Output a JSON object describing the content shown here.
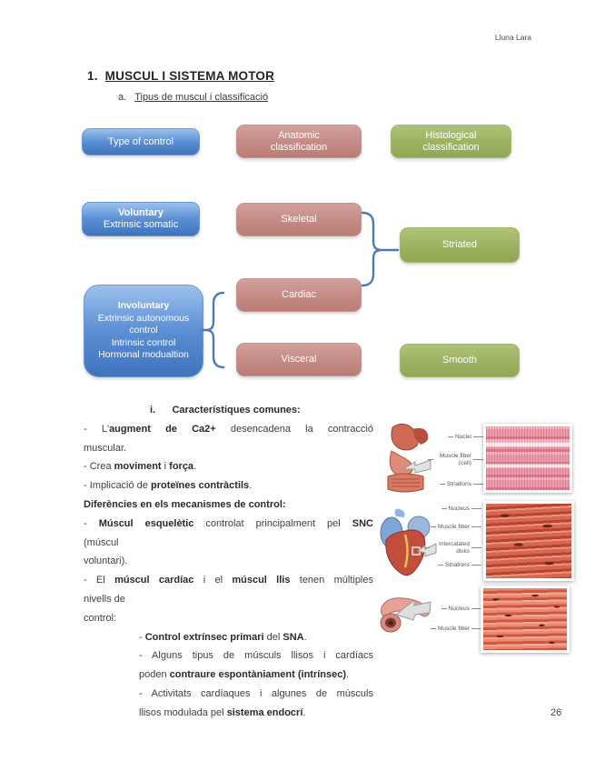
{
  "page": {
    "author": "Lluna Lara",
    "number": "26"
  },
  "heading": {
    "index": "1.",
    "title": "MUSCUL I SISTEMA MOTOR",
    "sub_index": "a.",
    "subtitle": "Tipus de muscul i classificació"
  },
  "diagram": {
    "colors": {
      "blue": "#4f81bd",
      "pink": "#c0807a",
      "green": "#9bbb59",
      "brace": "#4a7ab8"
    },
    "col_headers": {
      "control": "Type of control",
      "anatomic": "Anatomic classification",
      "histological": "Histological classification"
    },
    "voluntary": {
      "title": "Voluntary",
      "line": "Extrinsic somatic"
    },
    "involuntary": {
      "title": "Involuntary",
      "lines": [
        "Extrinsic autonomous control",
        "Intrinsic control",
        "Hormonal modualtion"
      ]
    },
    "anatomic_boxes": {
      "skeletal": "Skeletal",
      "cardiac": "Cardiac",
      "visceral": "Visceral"
    },
    "histological_boxes": {
      "striated": "Striated",
      "smooth": "Smooth"
    }
  },
  "notes": {
    "lines": [
      {
        "style": "hline",
        "seg": [
          {
            "t": "i.",
            "b": true
          },
          {
            "t": "      ",
            "b": false
          },
          {
            "t": "Característiques comunes:",
            "b": true
          }
        ]
      },
      {
        "style": "j",
        "seg": [
          {
            "t": "- L'",
            "b": false
          },
          {
            "t": "augment de Ca2+",
            "b": true
          },
          {
            "t": " desencadena la contracció",
            "b": false
          }
        ]
      },
      {
        "seg": [
          {
            "t": "muscular.",
            "b": false
          }
        ]
      },
      {
        "seg": [
          {
            "t": "- Crea ",
            "b": false
          },
          {
            "t": "moviment",
            "b": true
          },
          {
            "t": " i ",
            "b": false
          },
          {
            "t": "força",
            "b": true
          },
          {
            "t": ".",
            "b": false
          }
        ]
      },
      {
        "seg": [
          {
            "t": "- Implicació de ",
            "b": false
          },
          {
            "t": "proteïnes contràctils",
            "b": true
          },
          {
            "t": ".",
            "b": false
          }
        ]
      },
      {
        "seg": [
          {
            "t": "Diferències en els mecanismes de control:",
            "b": true
          }
        ]
      },
      {
        "style": "j",
        "seg": [
          {
            "t": "- ",
            "b": false
          },
          {
            "t": "Múscul esquelètic",
            "b": true
          },
          {
            "t": " controlat principalment pel ",
            "b": false
          },
          {
            "t": "SNC",
            "b": true
          }
        ]
      },
      {
        "seg": [
          {
            "t": "(múscul",
            "b": false
          }
        ]
      },
      {
        "seg": [
          {
            "t": "voluntari).",
            "b": false
          }
        ]
      },
      {
        "style": "j",
        "seg": [
          {
            "t": "- El ",
            "b": false
          },
          {
            "t": "múscul cardíac",
            "b": true
          },
          {
            "t": " i el ",
            "b": false
          },
          {
            "t": "múscul llis",
            "b": true
          },
          {
            "t": " tenen múltiples",
            "b": false
          }
        ]
      },
      {
        "seg": [
          {
            "t": "nivells de",
            "b": false
          }
        ]
      },
      {
        "seg": [
          {
            "t": "control:",
            "b": false
          }
        ]
      },
      {
        "style": "sub",
        "seg": [
          {
            "t": "- ",
            "b": false
          },
          {
            "t": "Control extrínsec primari",
            "b": true
          },
          {
            "t": " del ",
            "b": false
          },
          {
            "t": "SNA",
            "b": true
          },
          {
            "t": ".",
            "b": false
          }
        ]
      },
      {
        "style": "sub j",
        "seg": [
          {
            "t": "- Alguns tipus de músculs llisos i cardíacs",
            "b": false
          }
        ]
      },
      {
        "style": "sub",
        "seg": [
          {
            "t": "poden ",
            "b": false
          },
          {
            "t": "contraure espontàniament (intrínsec)",
            "b": true
          },
          {
            "t": ".",
            "b": false
          }
        ]
      },
      {
        "style": "sub j",
        "seg": [
          {
            "t": "- Activitats cardíaques i algunes de músculs",
            "b": false
          }
        ]
      },
      {
        "style": "sub",
        "seg": [
          {
            "t": "llisos modulada pel ",
            "b": false
          },
          {
            "t": "sistema endocrí",
            "b": true
          },
          {
            "t": ".",
            "b": false
          }
        ]
      }
    ]
  },
  "figures": {
    "skeletal": {
      "labels": {
        "l0": "Nuclei",
        "l1": "Muscle fiber (cell)",
        "l2": "Striations"
      }
    },
    "cardiac": {
      "labels": {
        "l0": "Nucleus",
        "l1": "Muscle fiber",
        "l2": "Intercalated disks",
        "l3": "Striations"
      }
    },
    "smooth": {
      "labels": {
        "l0": "Nucleus",
        "l1": "Muscle fiber"
      }
    }
  }
}
